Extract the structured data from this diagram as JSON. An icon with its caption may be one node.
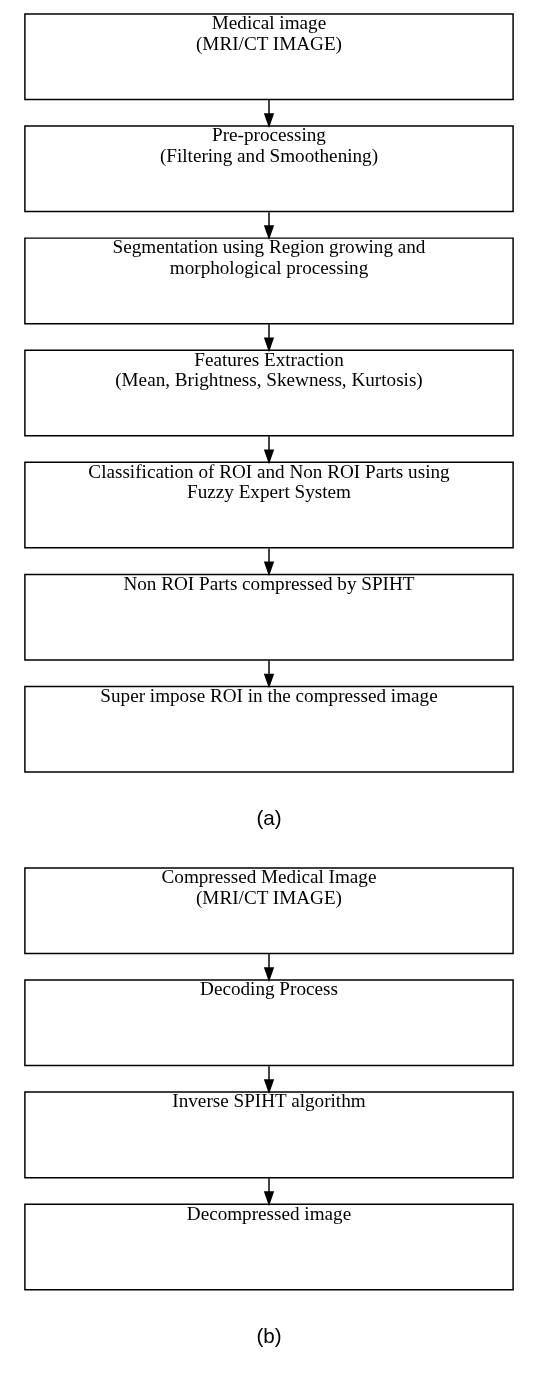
{
  "diagram": {
    "nodes": [
      {
        "text": [
          "Medical image",
          "(MRI/CT IMAGE)"
        ]
      },
      {
        "text": [
          "Pre-processing",
          "(Filtering and Smoothening)"
        ]
      },
      {
        "text": [
          "Segmentation using Region growing and morphological processing"
        ]
      },
      {
        "text": [
          "Features Extraction",
          "(Mean, Brightness, Skewness, Kurtosis)"
        ]
      },
      {
        "text": [
          "Classification of ROI and Non ROI Parts using Fuzzy Expert System"
        ]
      },
      {
        "text": [
          "Non ROI Parts compressed by SPIHT"
        ]
      },
      {
        "text": [
          "Super impose ROI in the compressed image"
        ]
      },
      {
        "text": [
          "Compressed Medical Image",
          "(MRI/CT IMAGE)"
        ]
      },
      {
        "text": [
          "Decoding Process"
        ]
      },
      {
        "text": [
          "Inverse SPIHT algorithm"
        ]
      },
      {
        "text": [
          "Decompressed image"
        ]
      }
    ],
    "edges": [
      {
        "from": 0,
        "to": 1,
        "arrow": "to"
      },
      {
        "from": 1,
        "to": 2,
        "arrow": "to"
      },
      {
        "from": 2,
        "to": 3,
        "arrow": "to"
      },
      {
        "from": 3,
        "to": 4,
        "arrow": "to"
      },
      {
        "from": 4,
        "to": 5,
        "arrow": "to"
      },
      {
        "from": 5,
        "to": 6,
        "arrow": "to"
      },
      {
        "from": 7,
        "to": 8,
        "arrow": "to"
      },
      {
        "from": 8,
        "to": 9,
        "arrow": "to"
      },
      {
        "from": 9,
        "to": 10,
        "arrow": "to"
      }
    ],
    "labels": [
      "(a)",
      "(b)"
    ]
  }
}
